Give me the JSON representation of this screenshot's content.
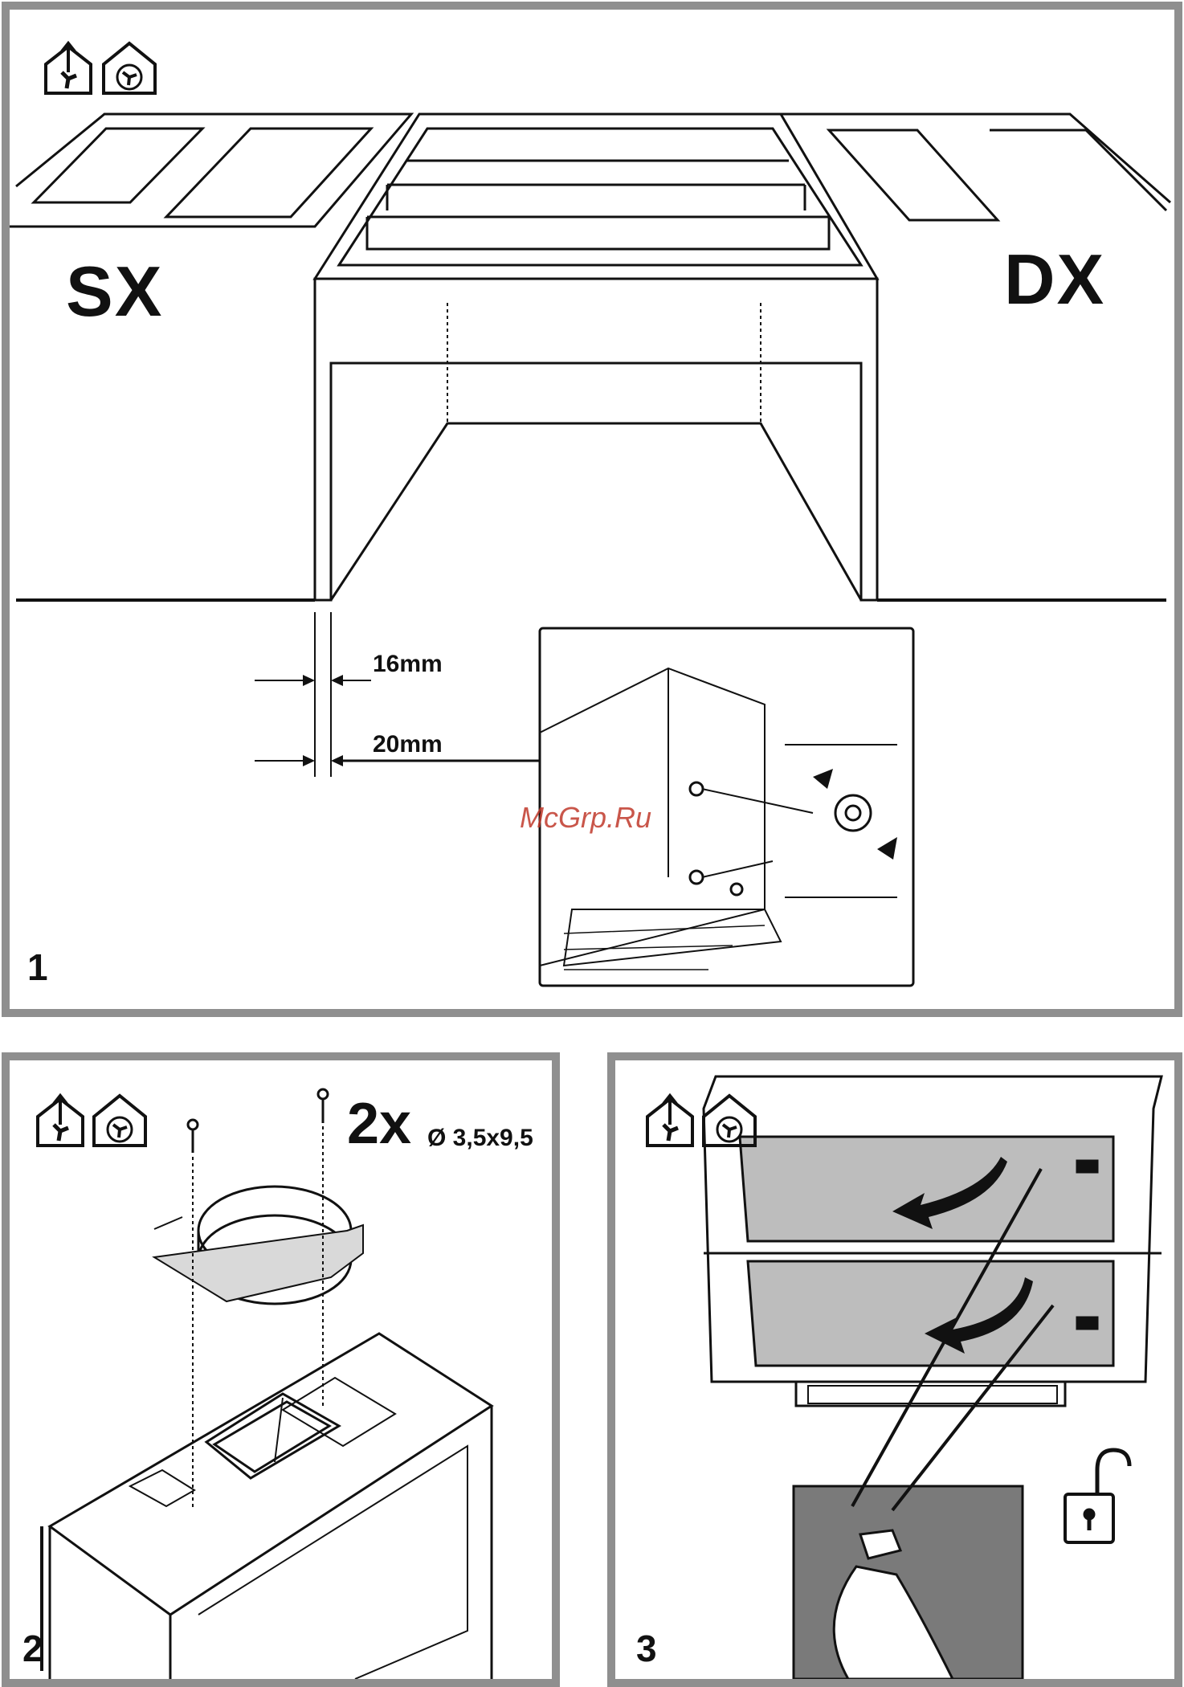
{
  "figure": {
    "panel1": {
      "left_label": "SX",
      "right_label": "DX",
      "dim_top": "16mm",
      "dim_bottom": "20mm",
      "step_number": "1",
      "icons": [
        "ducted-extraction-icon",
        "recirculation-icon"
      ]
    },
    "panel2": {
      "quantity": "2x",
      "screw_spec": "Ø 3,5x9,5",
      "step_number": "2",
      "icons": [
        "ducted-extraction-icon",
        "recirculation-icon"
      ]
    },
    "panel3": {
      "step_number": "3",
      "icons": [
        "ducted-extraction-icon",
        "recirculation-icon",
        "unlock-icon"
      ]
    }
  },
  "watermark": "McGrp.Ru",
  "colors": {
    "frame": "#8f8f8f",
    "filter": "#bdbdbd",
    "inset": "#7a7a7a"
  }
}
